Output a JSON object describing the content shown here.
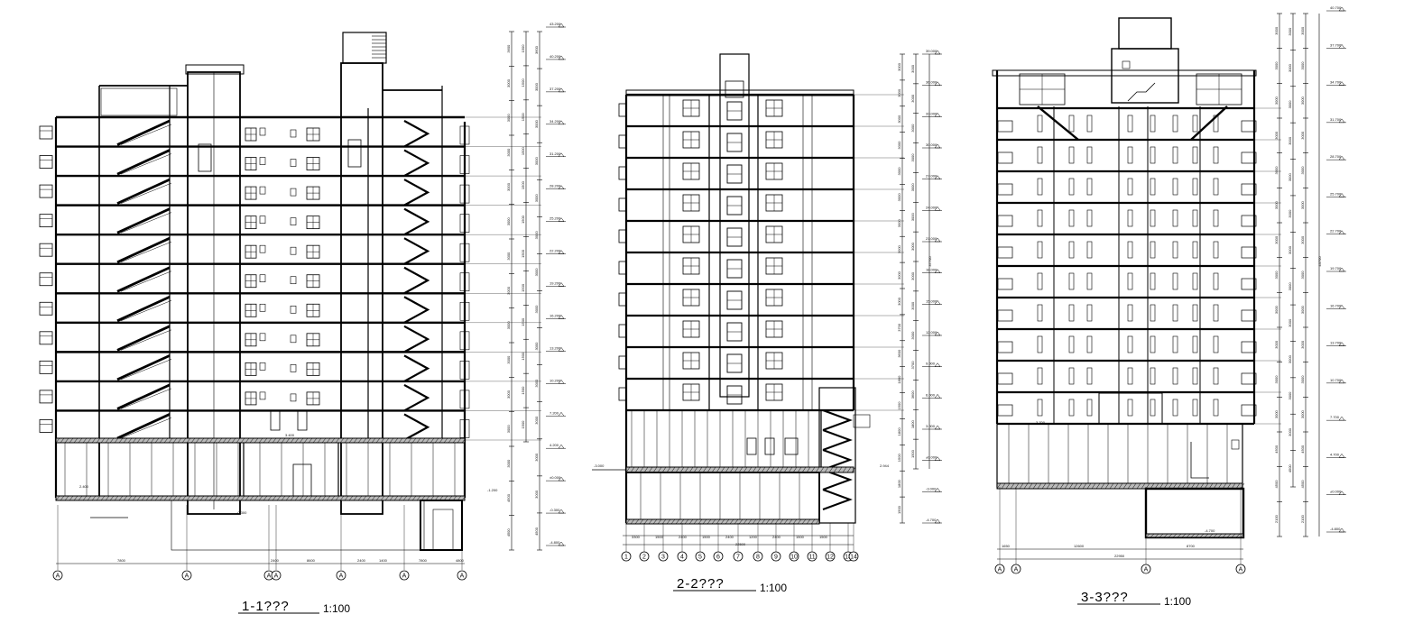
{
  "sections": [
    {
      "id": "s1",
      "title": "1-1???",
      "scale": "1:100",
      "dims_right": [
        "3600",
        "3000",
        "3000",
        "3000",
        "3000",
        "3000",
        "3000",
        "3000",
        "3000",
        "3000",
        "3000",
        "3000",
        "3000",
        "4500",
        "4500"
      ],
      "dims_right2": [
        "1500",
        "1500",
        "1500",
        "1500",
        "1500",
        "1500",
        "1500",
        "1500",
        "1500",
        "1500",
        "1500",
        "1500"
      ],
      "levels": [
        "43.200",
        "40.200",
        "37.200",
        "34.200",
        "31.200",
        "28.200",
        "25.200",
        "22.200",
        "19.200",
        "16.200",
        "13.200",
        "10.200",
        "7.200",
        "4.200",
        "±0.000",
        "-0.300",
        "-4.800"
      ],
      "bottom_dims": [
        "7800",
        "2400",
        "8600",
        "2400",
        "1400",
        "7800",
        "4800"
      ],
      "axes": [
        "A",
        "A",
        "A",
        "A",
        "A",
        "A",
        "A"
      ],
      "floor_labels": [
        "2.400",
        "-1.200",
        "3.400",
        "-0.300"
      ]
    },
    {
      "id": "s2",
      "title": "2-2???",
      "scale": "1:100",
      "dims_right": [
        "3000",
        "3000",
        "3000",
        "3000",
        "3000",
        "3000",
        "3000",
        "3000",
        "3000",
        "3000",
        "3700",
        "3600",
        "1800",
        "1500",
        "1800",
        "1500",
        "1800",
        "1500"
      ],
      "levels": [
        "39.000",
        "36.000",
        "33.000",
        "30.000",
        "27.000",
        "24.000",
        "21.000",
        "18.000",
        "15.000",
        "12.000",
        "9.000",
        "6.000",
        "3.000",
        "±0.000",
        "-3.000",
        "-4.700"
      ],
      "total": "37700",
      "bottom_dims": [
        "3300",
        "1500",
        "2400",
        "1500",
        "2400",
        "1200",
        "2400",
        "1500",
        "1500"
      ],
      "bottom_total": "22500",
      "axes": [
        "1",
        "2",
        "3",
        "4",
        "5",
        "6",
        "7",
        "8",
        "9",
        "10",
        "11",
        "12",
        "13",
        "14"
      ],
      "floor_labels": [
        "2.944",
        "-3.000"
      ]
    },
    {
      "id": "s3",
      "title": "3-3???",
      "scale": "1:100",
      "dims_right": [
        "3000",
        "3000",
        "3000",
        "3000",
        "3000",
        "3000",
        "3000",
        "3000",
        "3000",
        "3000",
        "3000",
        "3000",
        "4500",
        "4500",
        "2100"
      ],
      "levels": [
        "40.700",
        "37.700",
        "34.700",
        "31.700",
        "28.700",
        "25.700",
        "22.700",
        "19.700",
        "16.700",
        "13.700",
        "10.700",
        "7.700",
        "4.700",
        "±0.000",
        "-4.800"
      ],
      "total": "43700",
      "bottom_dims": [
        "1650",
        "12600",
        "8700"
      ],
      "bottom_total": "22950",
      "axes": [
        "A",
        "A",
        "A",
        "A"
      ],
      "floor_labels": [
        "3.700",
        "-4.700"
      ]
    }
  ]
}
